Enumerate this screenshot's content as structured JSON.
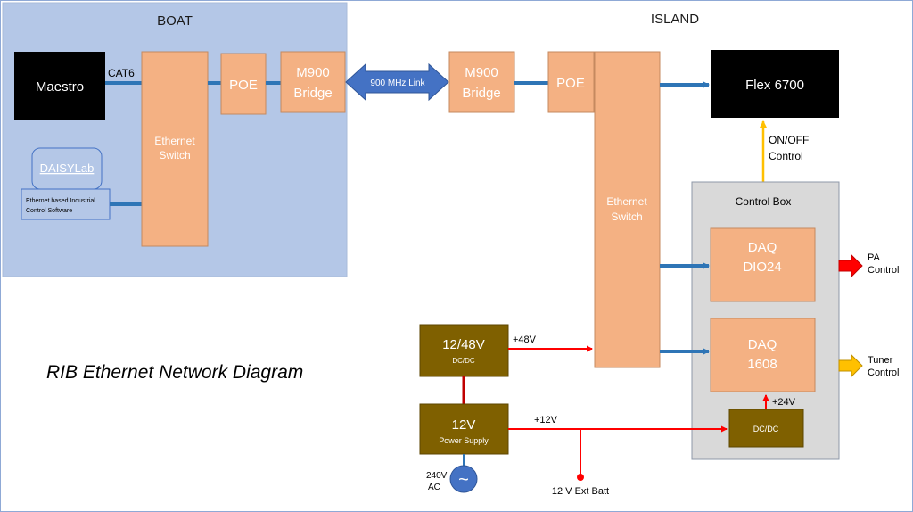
{
  "regions": {
    "boat": "BOAT",
    "island": "ISLAND"
  },
  "boat": {
    "maestro": "Maestro",
    "cat6": "CAT6",
    "daisylab": "DAISYLab",
    "industrial_line1": "Ethernet based Industrial",
    "industrial_line2": "Control Software",
    "switch_line1": "Ethernet",
    "switch_line2": "Switch",
    "poe": "POE",
    "bridge_line1": "M900",
    "bridge_line2": "Bridge"
  },
  "link": {
    "label": "900 MHz Link"
  },
  "island": {
    "bridge_line1": "M900",
    "bridge_line2": "Bridge",
    "poe": "POE",
    "switch_line1": "Ethernet",
    "switch_line2": "Switch",
    "flex": "Flex 6700",
    "onoff_line1": "ON/OFF",
    "onoff_line2": "Control",
    "control_box": "Control Box",
    "daq1_line1": "DAQ",
    "daq1_line2": "DIO24",
    "daq2_line1": "DAQ",
    "daq2_line2": "1608",
    "pa_line1": "PA",
    "pa_line2": "Control",
    "tuner_line1": "Tuner",
    "tuner_line2": "Control",
    "dcdc_small": "DC/DC",
    "plus24": "+24V"
  },
  "power": {
    "conv_line1": "12/48V",
    "conv_line2": "DC/DC",
    "plus48": "+48V",
    "psu_line1": "12V",
    "psu_line2": "Power Supply",
    "plus12": "+12V",
    "ac_line1": "240V",
    "ac_line2": "AC",
    "ext_batt": "12 V Ext Batt",
    "ac_symbol": "~"
  },
  "title": "RIB Ethernet Network Diagram",
  "colors": {
    "boat_bg": "#b4c7e7",
    "orange_box": "#f4b183",
    "brown_box": "#7f6000",
    "gray_box": "#d9d9d9",
    "blue": "#2e75b6",
    "red": "#ff0000",
    "yellow": "#ffc000"
  }
}
